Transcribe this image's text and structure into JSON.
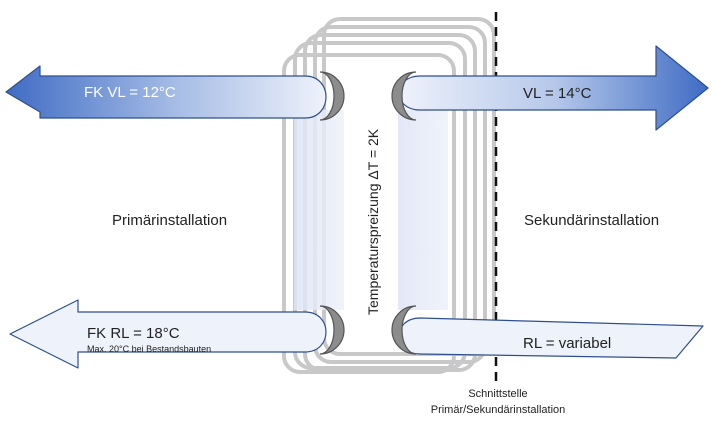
{
  "labels": {
    "supply_primary": "FK VL = 12°C",
    "supply_secondary": "VL = 14°C",
    "return_primary": "FK RL = 18°C",
    "return_primary_note": "Max. 20°C bei Bestandsbauten",
    "return_secondary": "RL = variabel",
    "primary_side": "Primärinstallation",
    "secondary_side": "Sekundärinstallation",
    "delta_t": "Temperaturspreizung ΔT = 2K",
    "interface_line1": "Schnittstelle",
    "interface_line2": "Primär/Sekundärinstallation"
  },
  "colors": {
    "supply_arrow_dark": "#4a76c9",
    "supply_arrow_light": "#eef2fb",
    "return_arrow_fill": "#f0f3fa",
    "plate_stroke": "#c4c4c4",
    "port_dark": "#8a8a8a",
    "interface_line": "#111111"
  }
}
